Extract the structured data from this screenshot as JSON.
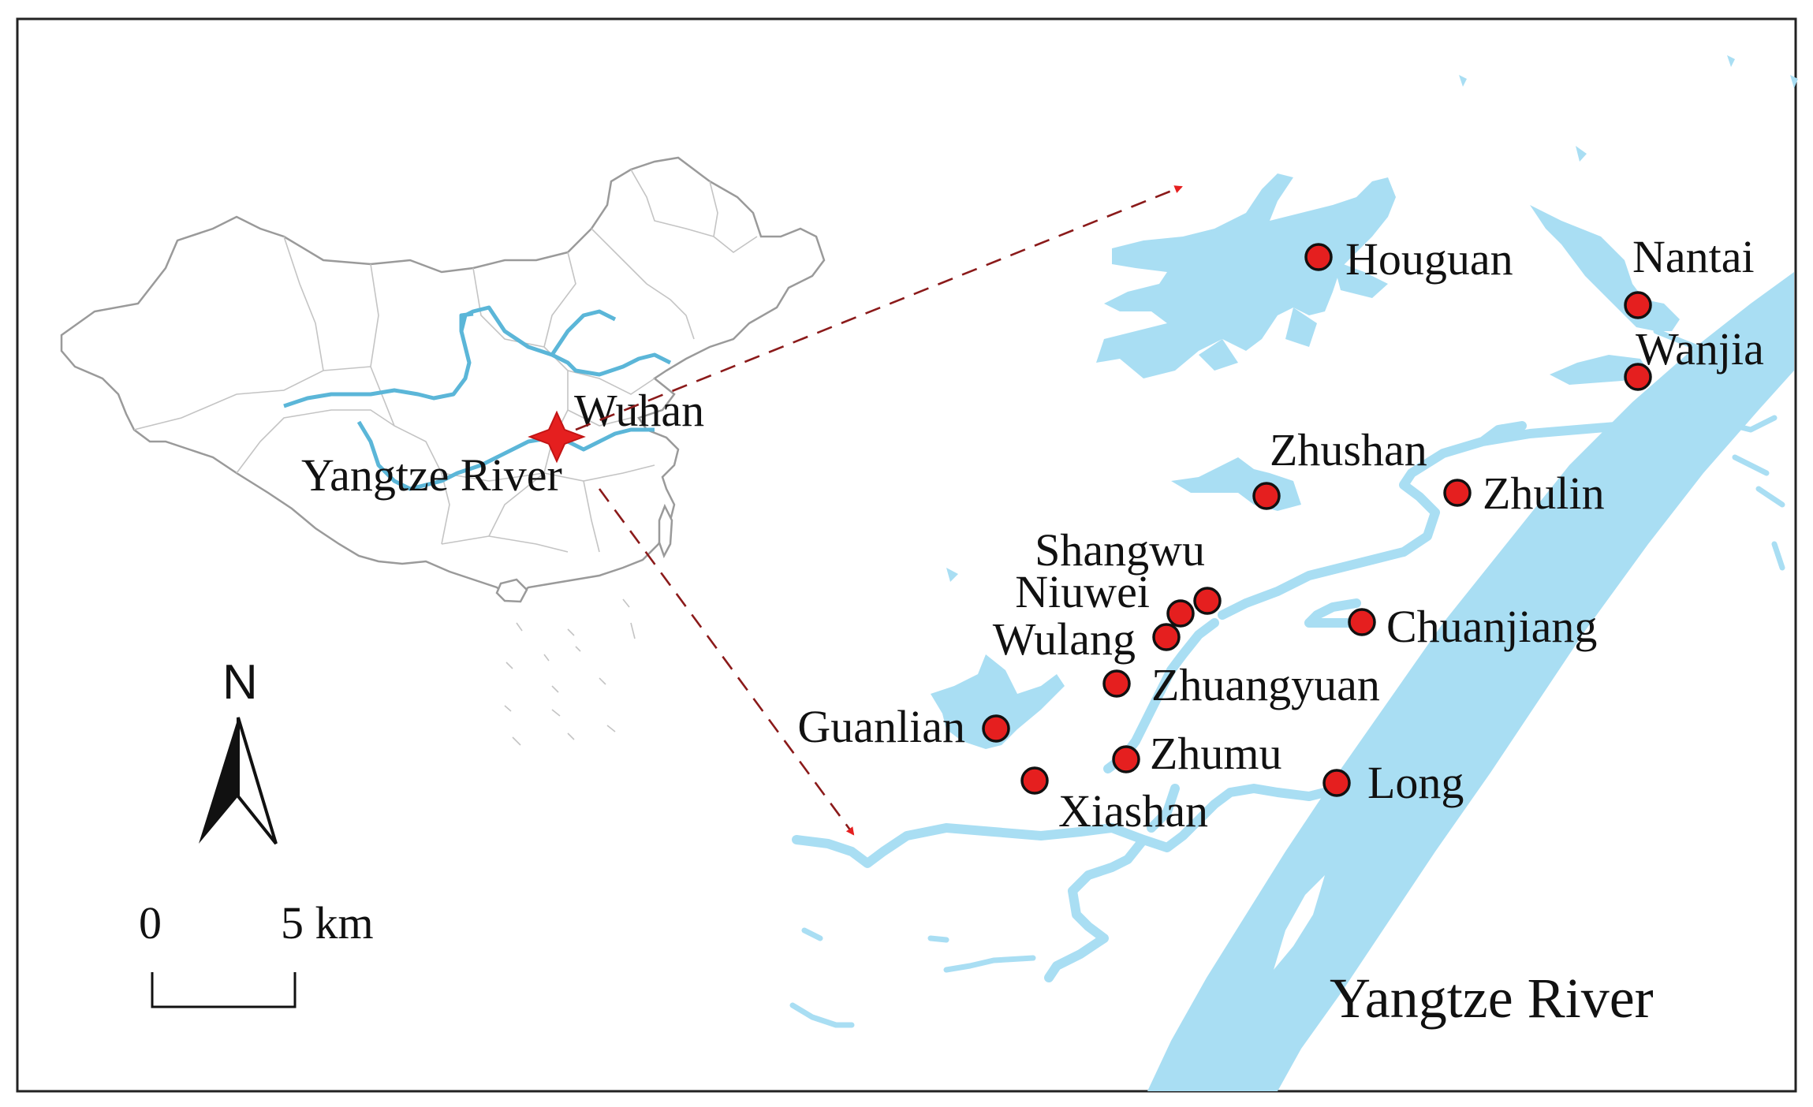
{
  "map": {
    "water_color": "#a9def3",
    "site_color": "#e51f1f",
    "china_river_color": "#5bb6d8",
    "arrow_color": "#8b1a1a",
    "big_river_label": "Yangtze River",
    "inset": {
      "city_label": "Wuhan",
      "river_label": "Yangtze River",
      "city_marker_icon": "red-star-icon"
    },
    "north_arrow": {
      "label": "N",
      "icon": "north-arrow-icon"
    },
    "scale_bar": {
      "start_label": "0",
      "end_label": "5 km"
    },
    "sites": [
      {
        "name": "Houguan"
      },
      {
        "name": "Nantai"
      },
      {
        "name": "Wanjia"
      },
      {
        "name": "Zhushan"
      },
      {
        "name": "Zhulin"
      },
      {
        "name": "Shangwu"
      },
      {
        "name": "Niuwei"
      },
      {
        "name": "Wulang"
      },
      {
        "name": "Chuanjiang"
      },
      {
        "name": "Zhuangyuan"
      },
      {
        "name": "Guanlian"
      },
      {
        "name": "Zhumu"
      },
      {
        "name": "Long"
      },
      {
        "name": "Xiashan"
      }
    ]
  }
}
